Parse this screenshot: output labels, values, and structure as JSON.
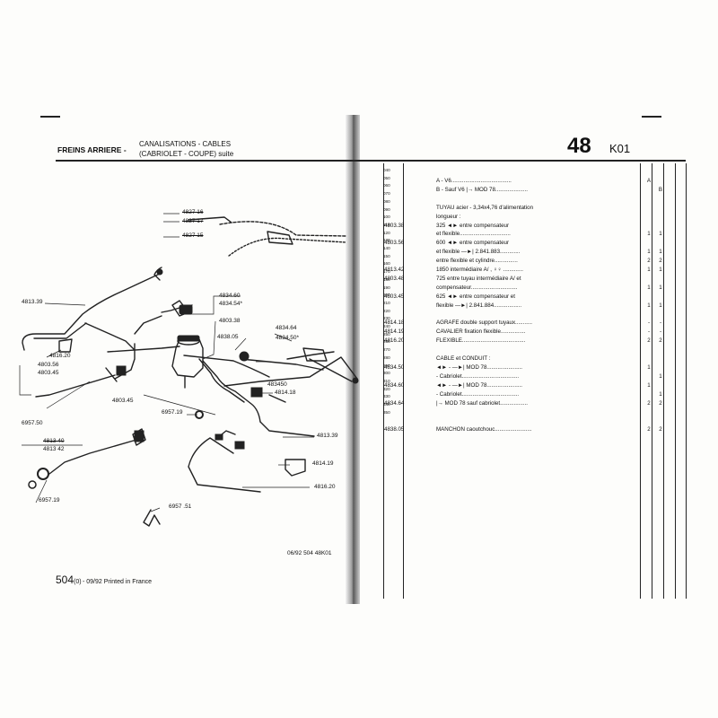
{
  "header": {
    "section": "FREINS ARRIERE -",
    "subtitle1": "CANALISATIONS - CABLES",
    "subtitle2": "(CABRIOLET - COUPE)  suite",
    "page_number": "48",
    "group_code": "K01"
  },
  "diagram_labels": {
    "r4827a": "4827 16",
    "r4827b": "4827 17",
    "r4827c": "4827 15",
    "r4813_39_left": "4813.39",
    "r4816_20_left": "4816.20",
    "r4803_56": "4803.56",
    "r4803_45_left": "4803.45",
    "r6957_50": "6957.50",
    "r4813_40": "4813 40",
    "r4813_42": "4813 42",
    "r6957_19_left": "6957.19",
    "r4834_60": "4834.60",
    "r4834_54": "4834.54*",
    "r4803_38": "4803.38",
    "r4838_05": "4838.05",
    "r4834_64": "4834.64",
    "r4834_50": "4834.50*",
    "r483450": "483450",
    "r4814_18": "4814.18",
    "r4803_45_mid": "4803.45",
    "r6957_19_mid": "6957.19",
    "r4813_39_right": "4813.39",
    "r4814_19": "4814.19",
    "r4816_20_right": "4816.20",
    "r6957_51": "6957 .51"
  },
  "line_numbers": [
    "040",
    "050",
    "060",
    "070",
    "080",
    "090",
    "100",
    "110",
    "120",
    "130",
    "140",
    "150",
    "160",
    "170",
    "180",
    "190",
    "200",
    "210",
    "220",
    "230",
    "240",
    "250",
    "260",
    "270",
    "280",
    "290",
    "300",
    "310",
    "320",
    "330",
    "340",
    "350"
  ],
  "rows": [
    {
      "ref": "",
      "desc": "A - V6.......................................",
      "a": "A",
      "b": ""
    },
    {
      "ref": "",
      "desc": "B - Sauf V6 |→ MOD 78.....................",
      "a": "",
      "b": "B"
    },
    {
      "ref": "",
      "desc": "",
      "a": "",
      "b": ""
    },
    {
      "ref": "",
      "desc": "TUYAU acier - 3,34x4,76 d'alimentation",
      "a": "",
      "b": ""
    },
    {
      "ref": "",
      "desc": "longueur :",
      "a": "",
      "b": ""
    },
    {
      "ref": "4803.38",
      "desc": "325 ◄► entre compensateur",
      "a": "",
      "b": ""
    },
    {
      "ref": "",
      "desc": "  et flexible.................................",
      "a": "1",
      "b": "1"
    },
    {
      "ref": "4803.56",
      "desc": "600 ◄► entre compensateur",
      "a": "",
      "b": ""
    },
    {
      "ref": "",
      "desc": "  et flexible  —►| 2.841.883.............",
      "a": "1",
      "b": "1"
    },
    {
      "ref": "",
      "desc": "  entre flexible et cylindre...............",
      "a": "2",
      "b": "2"
    },
    {
      "ref": "4813.42",
      "desc": "1850 intermédiaire  A/ , ♀♀ .............",
      "a": "1",
      "b": "1"
    },
    {
      "ref": "4803.48",
      "desc": "725 entre tuyau intermédiaire  A/  et",
      "a": "",
      "b": ""
    },
    {
      "ref": "",
      "desc": "  compensateur..............................",
      "a": "1",
      "b": "1"
    },
    {
      "ref": "4803.45",
      "desc": "625 ◄► entre compensateur et",
      "a": "",
      "b": ""
    },
    {
      "ref": "",
      "desc": "  flexible  —►| 2.841.884..................",
      "a": "1",
      "b": "1"
    },
    {
      "ref": "",
      "desc": "",
      "a": "",
      "b": ""
    },
    {
      "ref": "4814.18",
      "desc": "AGRAFE double support tuyaux...........",
      "a": "-",
      "b": "-"
    },
    {
      "ref": "4814.19",
      "desc": "CAVALIER fixation flexible................",
      "a": "-",
      "b": "-"
    },
    {
      "ref": "4816.20",
      "desc": "FLEXIBLE.........................................",
      "a": "2",
      "b": "2"
    },
    {
      "ref": "",
      "desc": "",
      "a": "",
      "b": ""
    },
    {
      "ref": "",
      "desc": "CABLE et CONDUIT :",
      "a": "",
      "b": ""
    },
    {
      "ref": "4834.50",
      "desc": "◄► - —►| MOD 78.......................",
      "a": "1",
      "b": ""
    },
    {
      "ref": "",
      "desc": "  - Cabriolet.....................................",
      "a": "",
      "b": "1"
    },
    {
      "ref": "4834.60",
      "desc": "◄► - —►| MOD 78.......................",
      "a": "1",
      "b": ""
    },
    {
      "ref": "",
      "desc": "  - Cabriolet.....................................",
      "a": "",
      "b": "1"
    },
    {
      "ref": "4834.64",
      "desc": "|→  MOD 78 sauf cabriolet..................",
      "a": "2",
      "b": "2"
    },
    {
      "ref": "",
      "desc": "",
      "a": "",
      "b": ""
    },
    {
      "ref": "",
      "desc": "",
      "a": "",
      "b": ""
    },
    {
      "ref": "4838.05",
      "desc": "MANCHON caoutchouc........................",
      "a": "2",
      "b": "2"
    }
  ],
  "footer": {
    "code": "06/92  504  48K01",
    "page": "504",
    "page_sup": "(0)",
    "printed": "- 09/92 Printed in France"
  }
}
